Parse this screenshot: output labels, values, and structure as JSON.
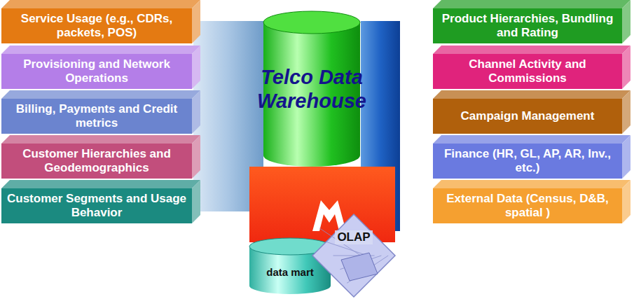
{
  "diagram": {
    "nodes": [
      {
        "text": [
          "Service Usage (e.g., CDRs, packets, POS)"
        ]
      },
      {
        "text": [
          "Provisioning and Network Operations"
        ]
      },
      {
        "text": [
          "Billing, Payments and Credit metrics"
        ]
      },
      {
        "text": [
          "Customer Hierarchies and Geodemographics"
        ]
      },
      {
        "text": [
          "Customer Segments and Usage Behavior"
        ]
      },
      {
        "text": [
          "Telco Data Warehouse"
        ]
      },
      {
        "text": [
          "Product Hierarchies, Bundling and Rating"
        ]
      },
      {
        "text": [
          "Channel Activity and Commissions"
        ]
      },
      {
        "text": [
          "Campaign Management"
        ]
      },
      {
        "text": [
          "Finance (HR, GL, AP, AR, Inv., etc.)"
        ]
      },
      {
        "text": [
          "External Data (Census, D&B, spatial )"
        ]
      },
      {
        "text": [
          "data mart"
        ]
      },
      {
        "text": [
          "OLAP"
        ]
      }
    ]
  }
}
